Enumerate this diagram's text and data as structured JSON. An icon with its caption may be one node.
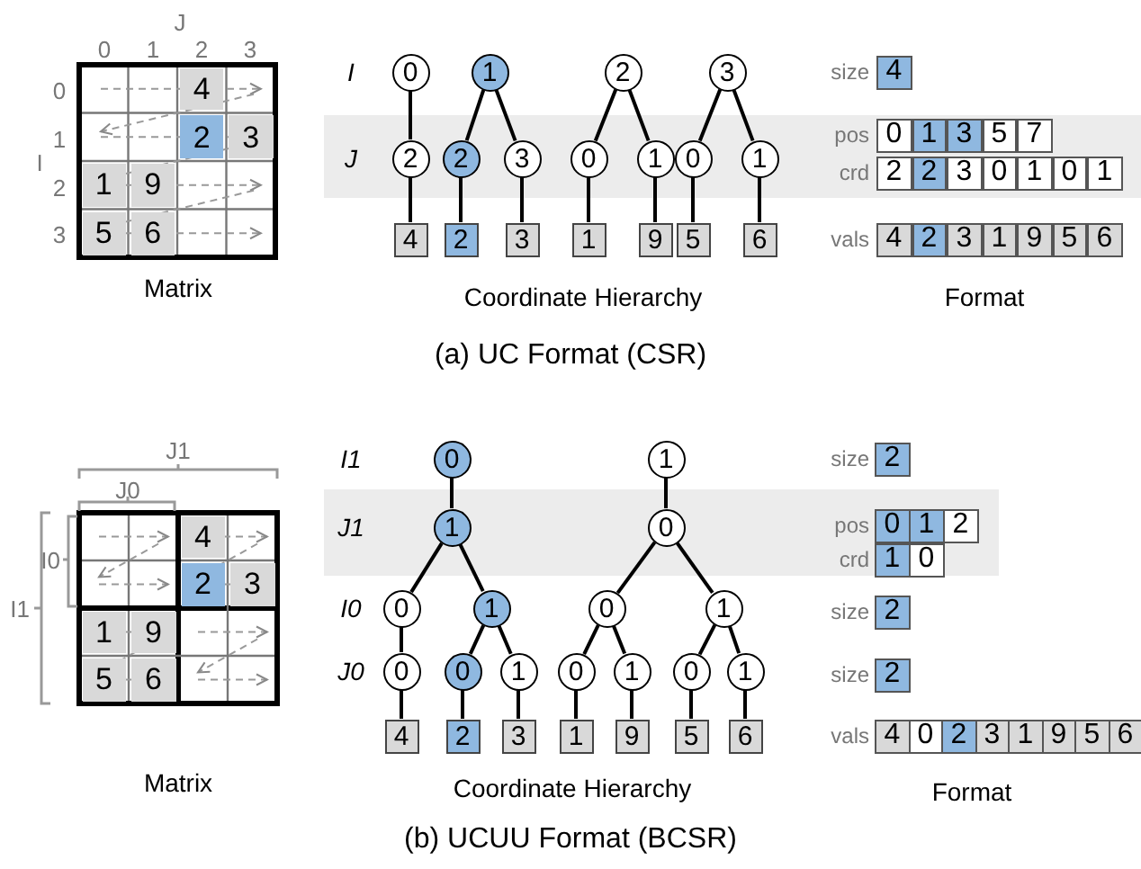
{
  "diagram": {
    "nodes": [
      {
        "text": [
          "0"
        ]
      },
      {
        "text": [
          "1"
        ]
      },
      {
        "text": [
          "2"
        ]
      },
      {
        "text": [
          "3"
        ]
      },
      {
        "text": [
          "2"
        ]
      },
      {
        "text": [
          "2"
        ]
      },
      {
        "text": [
          "3"
        ]
      },
      {
        "text": [
          "0"
        ]
      },
      {
        "text": [
          "1"
        ]
      },
      {
        "text": [
          "0"
        ]
      },
      {
        "text": [
          "1"
        ]
      },
      {
        "text": [
          "4"
        ]
      },
      {
        "text": [
          "2"
        ]
      },
      {
        "text": [
          "3"
        ]
      },
      {
        "text": [
          "1"
        ]
      },
      {
        "text": [
          "9"
        ]
      },
      {
        "text": [
          "5"
        ]
      },
      {
        "text": [
          "6"
        ]
      },
      {
        "text": [
          "0"
        ]
      },
      {
        "text": [
          "1"
        ]
      },
      {
        "text": [
          "1"
        ]
      },
      {
        "text": [
          "0"
        ]
      },
      {
        "text": [
          "0"
        ]
      },
      {
        "text": [
          "1"
        ]
      },
      {
        "text": [
          "0"
        ]
      },
      {
        "text": [
          "1"
        ]
      },
      {
        "text": [
          "0"
        ]
      },
      {
        "text": [
          "0"
        ]
      },
      {
        "text": [
          "1"
        ]
      },
      {
        "text": [
          "0"
        ]
      },
      {
        "text": [
          "1"
        ]
      },
      {
        "text": [
          "0"
        ]
      },
      {
        "text": [
          "1"
        ]
      },
      {
        "text": [
          "4"
        ]
      },
      {
        "text": [
          "2"
        ]
      },
      {
        "text": [
          "3"
        ]
      },
      {
        "text": [
          "1"
        ]
      },
      {
        "text": [
          "9"
        ]
      },
      {
        "text": [
          "5"
        ]
      },
      {
        "text": [
          "6"
        ]
      }
    ],
    "edges": [
      {
        "from": 0,
        "to": 4,
        "arrow": "none"
      },
      {
        "from": 1,
        "to": 5,
        "arrow": "none"
      },
      {
        "from": 1,
        "to": 6,
        "arrow": "none"
      },
      {
        "from": 2,
        "to": 7,
        "arrow": "none"
      },
      {
        "from": 2,
        "to": 8,
        "arrow": "none"
      },
      {
        "from": 3,
        "to": 9,
        "arrow": "none"
      },
      {
        "from": 3,
        "to": 10,
        "arrow": "none"
      },
      {
        "from": 4,
        "to": 11,
        "arrow": "none"
      },
      {
        "from": 5,
        "to": 12,
        "arrow": "none"
      },
      {
        "from": 6,
        "to": 13,
        "arrow": "none"
      },
      {
        "from": 7,
        "to": 14,
        "arrow": "none"
      },
      {
        "from": 8,
        "to": 15,
        "arrow": "none"
      },
      {
        "from": 9,
        "to": 16,
        "arrow": "none"
      },
      {
        "from": 10,
        "to": 17,
        "arrow": "none"
      },
      {
        "from": 18,
        "to": 20,
        "arrow": "none"
      },
      {
        "from": 19,
        "to": 21,
        "arrow": "none"
      },
      {
        "from": 20,
        "to": 22,
        "arrow": "none"
      },
      {
        "from": 20,
        "to": 23,
        "arrow": "none"
      },
      {
        "from": 21,
        "to": 24,
        "arrow": "none"
      },
      {
        "from": 21,
        "to": 25,
        "arrow": "none"
      },
      {
        "from": 22,
        "to": 26,
        "arrow": "none"
      },
      {
        "from": 23,
        "to": 27,
        "arrow": "none"
      },
      {
        "from": 23,
        "to": 28,
        "arrow": "none"
      },
      {
        "from": 24,
        "to": 29,
        "arrow": "none"
      },
      {
        "from": 24,
        "to": 30,
        "arrow": "none"
      },
      {
        "from": 25,
        "to": 31,
        "arrow": "none"
      },
      {
        "from": 25,
        "to": 32,
        "arrow": "none"
      },
      {
        "from": 26,
        "to": 33,
        "arrow": "none"
      },
      {
        "from": 27,
        "to": 34,
        "arrow": "none"
      },
      {
        "from": 28,
        "to": 35,
        "arrow": "none"
      },
      {
        "from": 29,
        "to": 36,
        "arrow": "none"
      },
      {
        "from": 30,
        "to": 37,
        "arrow": "none"
      },
      {
        "from": 31,
        "to": 38,
        "arrow": "none"
      },
      {
        "from": 32,
        "to": 39,
        "arrow": "none"
      }
    ],
    "labels": [
      "J",
      "0",
      "1",
      "2",
      "3",
      "0",
      "1",
      "2",
      "3",
      "I",
      "4",
      "2",
      "3",
      "1",
      "9",
      "5",
      "6",
      "Matrix",
      "I",
      "J",
      "Coordinate Hierarchy",
      "size",
      "4",
      "pos",
      "0",
      "1",
      "3",
      "5",
      "7",
      "crd",
      "2",
      "2",
      "3",
      "0",
      "1",
      "0",
      "1",
      "vals",
      "4",
      "2",
      "3",
      "1",
      "9",
      "5",
      "6",
      "Format",
      "(a) UC Format (CSR)",
      "J1",
      "J0",
      "I0",
      "I1",
      "4",
      "2",
      "3",
      "1",
      "9",
      "5",
      "6",
      "Matrix",
      "I1",
      "J1",
      "I0",
      "J0",
      "Coordinate Hierarchy",
      "size",
      "2",
      "pos",
      "0",
      "1",
      "2",
      "crd",
      "1",
      "0",
      "size",
      "2",
      "size",
      "2",
      "vals",
      "4",
      "0",
      "2",
      "3",
      "1",
      "9",
      "5",
      "6",
      "Format",
      "(b) UCUU Format (BCSR)"
    ]
  }
}
